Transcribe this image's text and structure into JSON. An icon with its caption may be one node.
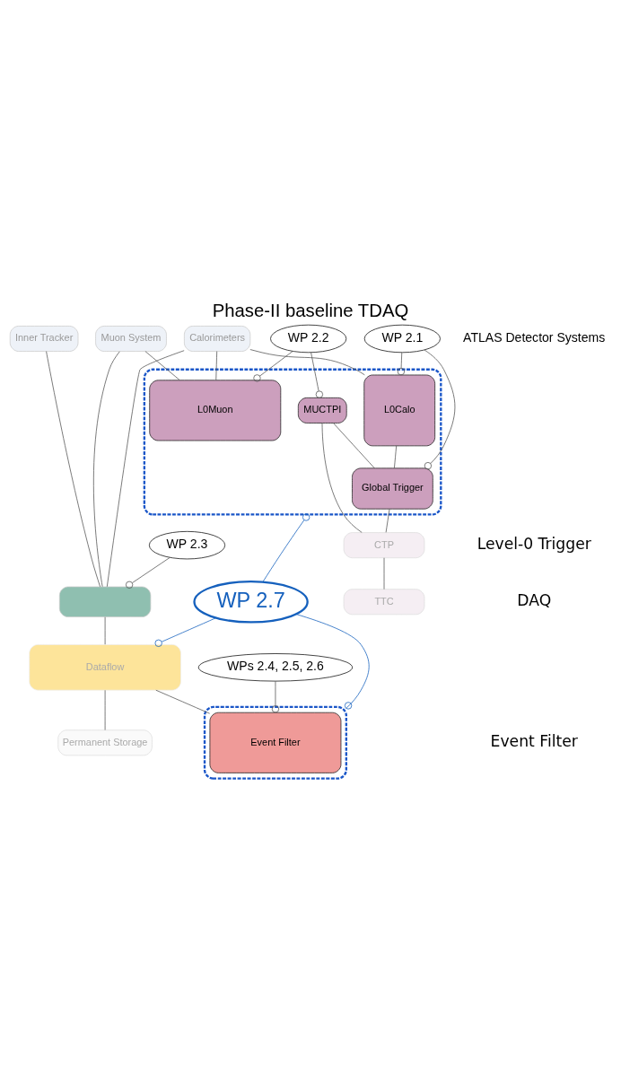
{
  "diagram": {
    "title": "Phase-II baseline TDAQ",
    "nodes": [
      {
        "text": [
          "Inner Tracker"
        ]
      },
      {
        "text": [
          "Calorimeters"
        ]
      },
      {
        "text": [
          "Muon System"
        ]
      },
      {
        "text": [],
        "shape": "box"
      },
      {
        "text": [
          "L0Calo"
        ],
        "in": 3
      },
      {
        "text": [
          "L0Muon"
        ],
        "in": 3
      },
      {
        "text": [
          "MUCTPI"
        ],
        "in": 3
      },
      {
        "text": [
          "Global Trigger"
        ],
        "in": 3
      },
      {
        "text": [
          "CTP"
        ]
      },
      {
        "text": [
          "TTC"
        ]
      },
      {
        "text": [],
        "shape": "box"
      },
      {
        "text": [
          "Dataflow"
        ]
      },
      {
        "text": [],
        "shape": "box"
      },
      {
        "text": [
          "Event Filter"
        ],
        "in": 12
      },
      {
        "text": [
          "Permanent Storage"
        ]
      },
      {
        "text": [
          "WP 2.1"
        ]
      },
      {
        "text": [
          "WP 2.2"
        ]
      },
      {
        "text": [
          "WP 2.3"
        ]
      },
      {
        "text": [
          "WP 2.7"
        ]
      },
      {
        "text": [
          "WPs 2.4, 2.5, 2.6"
        ]
      }
    ],
    "edges": [
      {
        "from": 1,
        "to": 4,
        "arrow": "none"
      },
      {
        "from": 1,
        "to": 5,
        "arrow": "none"
      },
      {
        "from": 2,
        "to": 5,
        "arrow": "none"
      },
      {
        "from": 0,
        "to": 10,
        "arrow": "none"
      },
      {
        "from": 1,
        "to": 10,
        "arrow": "none"
      },
      {
        "from": 2,
        "to": 10,
        "arrow": "none"
      },
      {
        "from": 4,
        "to": 7,
        "arrow": "none"
      },
      {
        "from": 6,
        "to": 7,
        "arrow": "none"
      },
      {
        "from": 7,
        "to": 8,
        "arrow": "none"
      },
      {
        "from": 6,
        "to": 8,
        "arrow": "none"
      },
      {
        "from": 8,
        "to": 9,
        "arrow": "none"
      },
      {
        "from": 10,
        "to": 11,
        "arrow": "none"
      },
      {
        "from": 11,
        "to": 13,
        "arrow": "none"
      },
      {
        "from": 11,
        "to": 14,
        "arrow": "none"
      },
      {
        "from": 15,
        "to": 4,
        "arrow": "other"
      },
      {
        "from": 15,
        "to": 7,
        "arrow": "other"
      },
      {
        "from": 16,
        "to": 5,
        "arrow": "other"
      },
      {
        "from": 16,
        "to": 6,
        "arrow": "other"
      },
      {
        "from": 17,
        "to": 10,
        "arrow": "other"
      },
      {
        "from": 18,
        "to": 3,
        "arrow": "other",
        "color": "#1560bd"
      },
      {
        "from": 18,
        "to": 11,
        "arrow": "other",
        "color": "#1560bd"
      },
      {
        "from": 18,
        "to": 12,
        "arrow": "other",
        "color": "#1560bd"
      },
      {
        "from": 19,
        "to": 13,
        "arrow": "other"
      }
    ],
    "labels": [
      "ATLAS Detector Systems",
      "Level-0 Trigger",
      "DAQ",
      "Event Filter"
    ]
  }
}
